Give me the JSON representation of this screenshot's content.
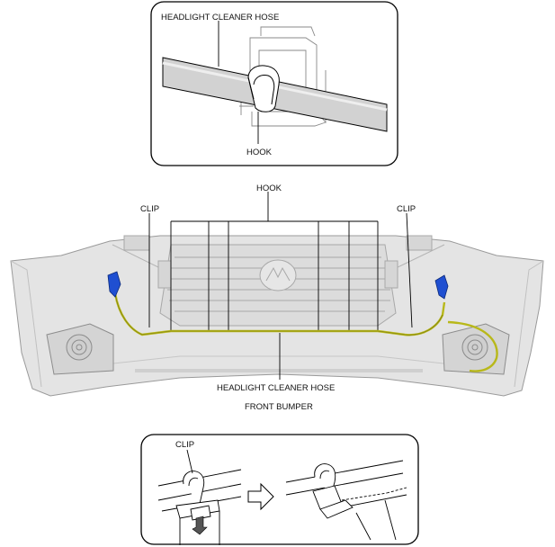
{
  "diagram": {
    "top_inset": {
      "hose_label": "HEADLIGHT CLEANER HOSE",
      "hook_label": "HOOK"
    },
    "main": {
      "hook_label": "HOOK",
      "clip_left_label": "CLIP",
      "clip_right_label": "CLIP",
      "hose_label": "HEADLIGHT CLEANER HOSE",
      "bumper_label": "FRONT BUMPER"
    },
    "bottom_inset": {
      "clip_label": "CLIP"
    },
    "colors": {
      "hose": "#b8b81a",
      "connector": "#1f4fd1",
      "bumper_fill": "#e6e6e6",
      "bumper_edge": "#9a9a9a",
      "hose_inset": "#cfcfcf"
    }
  }
}
